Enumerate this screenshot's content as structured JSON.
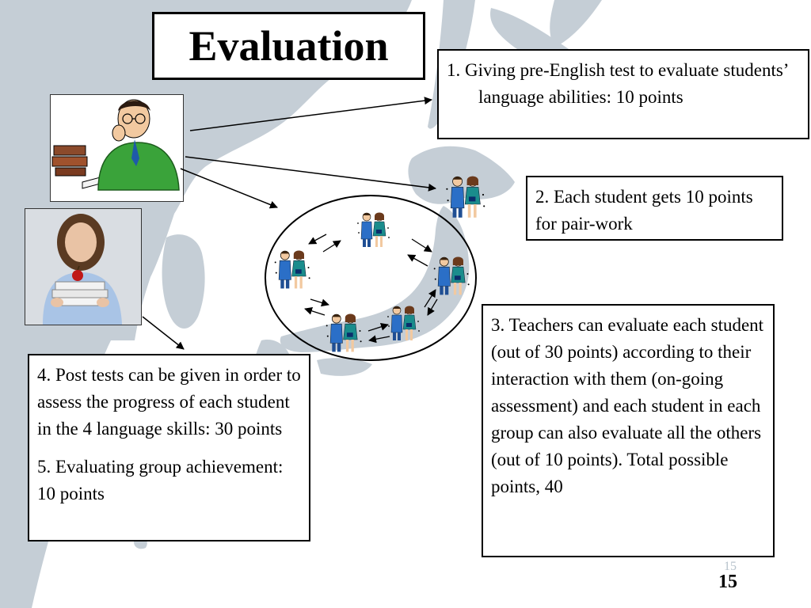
{
  "slide": {
    "title": "Evaluation",
    "page_number_faint": "15",
    "page_number": "15"
  },
  "boxes": {
    "box1": "1. Giving pre-English test to evaluate students’ language abilities: 10 points",
    "box2": "2. Each student gets 10 points for pair-work",
    "box3": "3. Teachers can evaluate each student (out of 30 points) according to their interaction with them (on-going assessment) and each student in each group can also evaluate all the others (out of 10 points).  Total possible points, 40",
    "box4_p1": "4. Post tests can be given in order to assess the progress of each student in the 4 language skills: 30 points",
    "box4_p2": "5. Evaluating group achievement: 10 points"
  },
  "icons": {
    "teacher": "teacher-reading-icon",
    "student": "student-with-books-photo",
    "pair": "student-pair-icon",
    "map": "japan-map-background"
  },
  "colors": {
    "sea": "#ffffff",
    "land": "#c5ced6",
    "accent": "#000000",
    "student_blue": "#2b6fc7",
    "student_teal": "#1a8c8c"
  }
}
